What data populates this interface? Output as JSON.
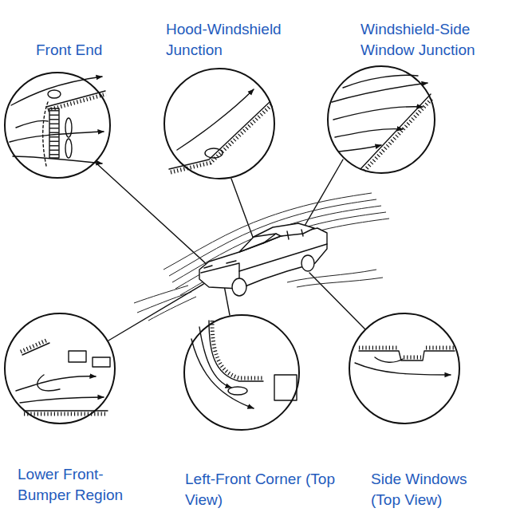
{
  "diagram": {
    "nodes": [
      {
        "text": [
          "Front End"
        ]
      },
      {
        "text": [
          "Hood-Windshield Junction"
        ]
      },
      {
        "text": [
          "Windshield-Side Window Junction"
        ]
      },
      {
        "text": [
          "Lower Front- Bumper Region"
        ]
      },
      {
        "text": [
          "Left-Front Corner (Top View)"
        ]
      },
      {
        "text": [
          "Side Windows (Top View)"
        ]
      }
    ]
  }
}
